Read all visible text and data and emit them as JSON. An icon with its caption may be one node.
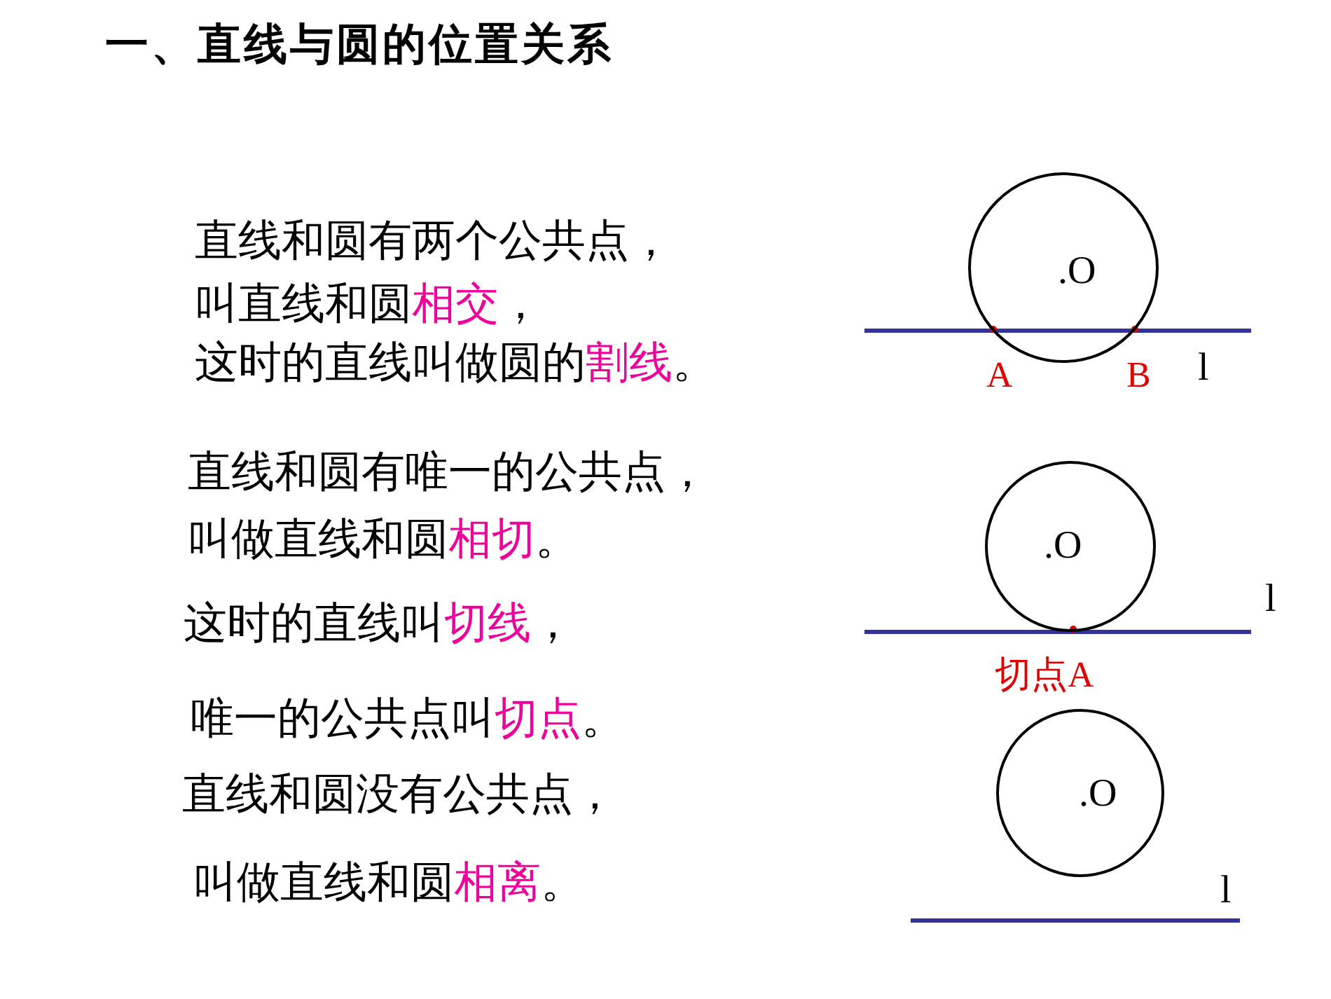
{
  "diagram": {
    "title": "一、直线与圆的位置关系",
    "nodes": [
      {
        "text": [
          ".O"
        ]
      },
      {
        "text": [
          ".O"
        ]
      },
      {
        "text": [
          ".O"
        ]
      }
    ],
    "labels": [
      "直线和圆有两个公共点，",
      "叫直线和圆**相交**，",
      "这时的直线叫做圆的**割线**。",
      "A",
      "B",
      "l",
      "直线和圆有唯一的公共点，",
      "叫做直线和圆**相切**。",
      "l",
      "这时的直线叫**切线**，",
      "切点A",
      "唯一的公共点叫**切点**。",
      "直线和圆没有公共点，",
      "l",
      "叫做直线和圆**相离**。"
    ]
  }
}
